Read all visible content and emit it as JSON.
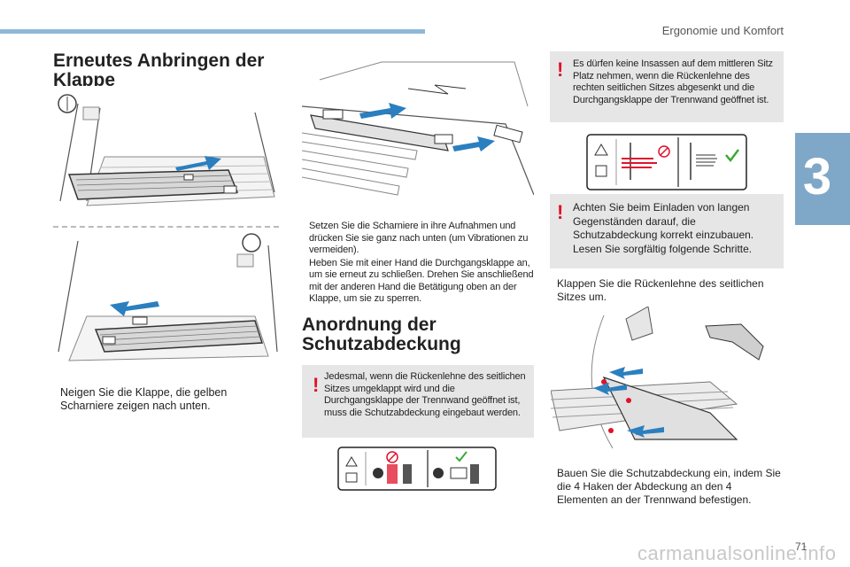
{
  "header": {
    "chapter_title": "Ergonomie und Komfort",
    "chapter_number": "3",
    "page_number": "71"
  },
  "left": {
    "title_line1": "Erneutes Anbringen der",
    "title_line2": "Klappe",
    "bullet_symbol": "",
    "instruction": "Neigen Sie die Klappe, die gelben Scharniere zeigen nach unten."
  },
  "middle": {
    "bullet_symbol": "",
    "bullets": [
      "Setzen Sie die Scharniere in ihre Aufnahmen und drücken Sie sie ganz nach unten (um Vibrationen zu vermeiden).",
      "Heben Sie mit einer Hand die Durchgangsklappe an, um sie erneut zu schließen. Drehen Sie anschließend mit der anderen Hand die Betätigung oben an der Klappe, um sie zu sperren."
    ],
    "section_title_line1": "Anordnung der",
    "section_title_line2": "Schutzabdeckung",
    "warning_mark": "!",
    "warning": "Jedesmal, wenn die Rückenlehne des seitlichen Sitzes umgeklappt wird und die Durchgangsklappe der Trennwand geöffnet ist, muss die Schutzabdeckung eingebaut werden."
  },
  "right": {
    "warning_mark": "!",
    "warning1": "Es dürfen keine Insassen auf dem mittleren Sitz Platz nehmen, wenn die Rückenlehne des rechten seitlichen Sitzes abgesenkt und die Durchgangsklappe der Trennwand geöffnet ist.",
    "warning2": "Achten Sie beim Einladen von langen Gegenständen darauf, die Schutzabdeckung korrekt einzubauen. Lesen Sie sorgfältig folgende Schritte.",
    "bullet_symbol": "",
    "bullet1": "Klappen Sie die Rückenlehne des seitlichen Sitzes um.",
    "bullet2": "Bauen Sie die Schutzabdeckung ein, indem Sie die 4 Haken der Abdeckung an den 4 Elementen an der Trennwand befestigen."
  },
  "watermark": "carmanualsonline.info",
  "colors": {
    "accent_blue": "#7fa7c8",
    "topbar_blue": "#8fb8d8",
    "arrow_blue": "#2b7fbf",
    "warning_red": "#e0112b",
    "check_green": "#39a935",
    "warning_bg": "#e6e6e6"
  }
}
